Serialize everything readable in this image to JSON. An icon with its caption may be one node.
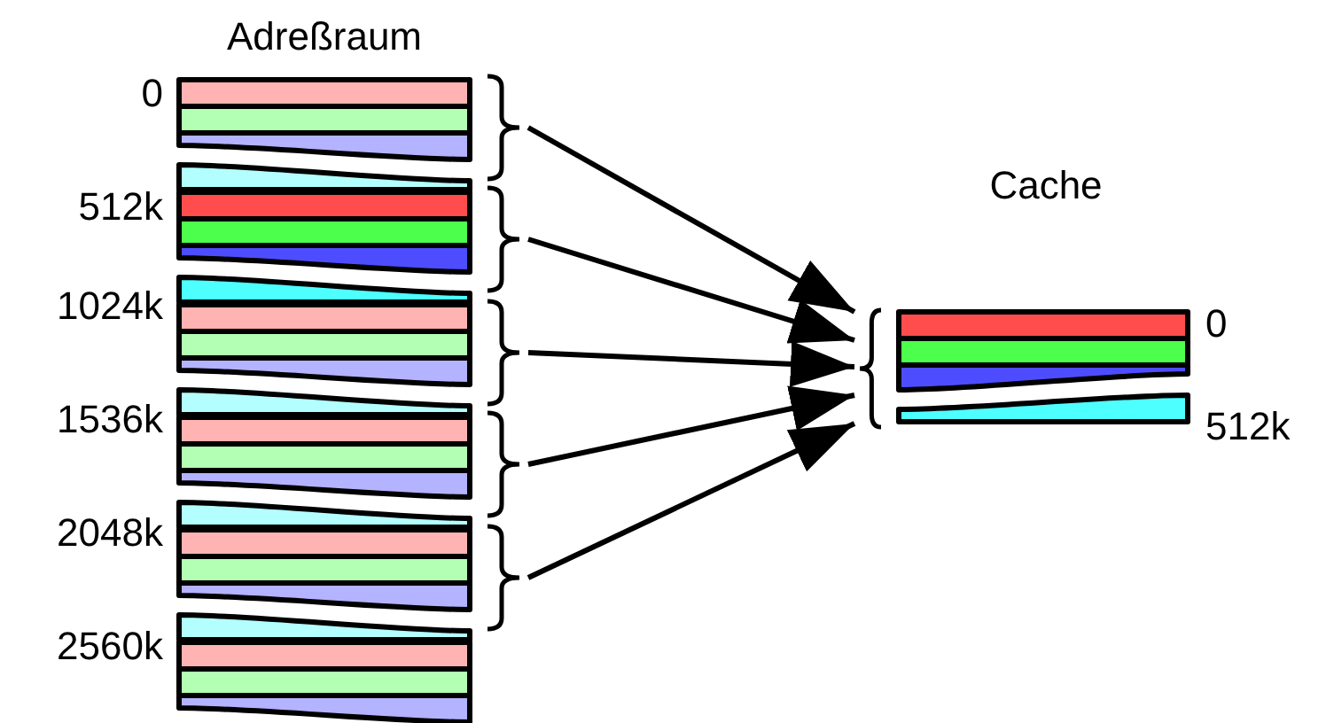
{
  "diagram": {
    "nodes": [
      {
        "text": [],
        "shape": "brace"
      },
      {
        "text": [],
        "shape": "brace"
      },
      {
        "text": [],
        "shape": "brace"
      },
      {
        "text": [],
        "shape": "brace"
      },
      {
        "text": [],
        "shape": "brace"
      },
      {
        "text": [],
        "shape": "brace"
      }
    ],
    "edges": [
      {
        "from": 0,
        "to": 5,
        "arrow": "to"
      },
      {
        "from": 1,
        "to": 5,
        "arrow": "to"
      },
      {
        "from": 2,
        "to": 5,
        "arrow": "to"
      },
      {
        "from": 3,
        "to": 5,
        "arrow": "to"
      },
      {
        "from": 4,
        "to": 5,
        "arrow": "to"
      }
    ],
    "labels": [
      "Adreßraum",
      "0",
      "512k",
      "1024k",
      "1536k",
      "2048k",
      "2560k",
      "Cache",
      "0",
      "512k"
    ]
  }
}
